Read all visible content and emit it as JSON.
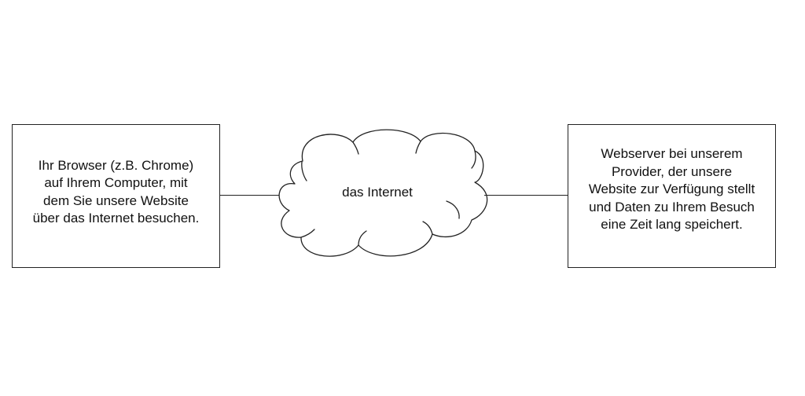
{
  "diagram": {
    "left_box": {
      "text": "Ihr Browser (z.B. Chrome)\nauf Ihrem Computer, mit\ndem Sie unsere Website\nüber das Internet besuchen."
    },
    "cloud": {
      "text": "das Internet"
    },
    "right_box": {
      "text": "Webserver bei unserem\nProvider, der unsere\nWebsite zur Verfügung stellt\nund Daten zu Ihrem Besuch\neine Zeit lang speichert."
    }
  }
}
